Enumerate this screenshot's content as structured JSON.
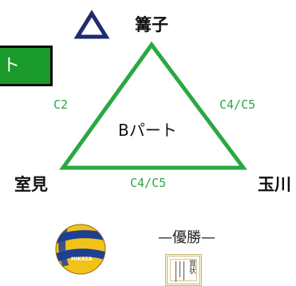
{
  "tab": {
    "text": "ト"
  },
  "top_vertex": {
    "marker": "△",
    "label": "篝子"
  },
  "left_vertex": {
    "label": "室見"
  },
  "right_vertex": {
    "label": "玉川"
  },
  "edges": {
    "left": "C2",
    "right": "C4/C5",
    "bottom": "C4/C5"
  },
  "center_label": "Bパート",
  "award": {
    "label": "—優勝—",
    "certificate_title": "賞状"
  },
  "colors": {
    "triangle": "#2aa844",
    "marker": "#1f2c6e",
    "tab": "#1a9a2a",
    "ball_yellow": "#f2c21a",
    "ball_blue": "#1d3f95"
  },
  "icons": {
    "ball": "volleyball-icon",
    "certificate": "certificate-icon",
    "marker": "triangle-outline-icon"
  }
}
